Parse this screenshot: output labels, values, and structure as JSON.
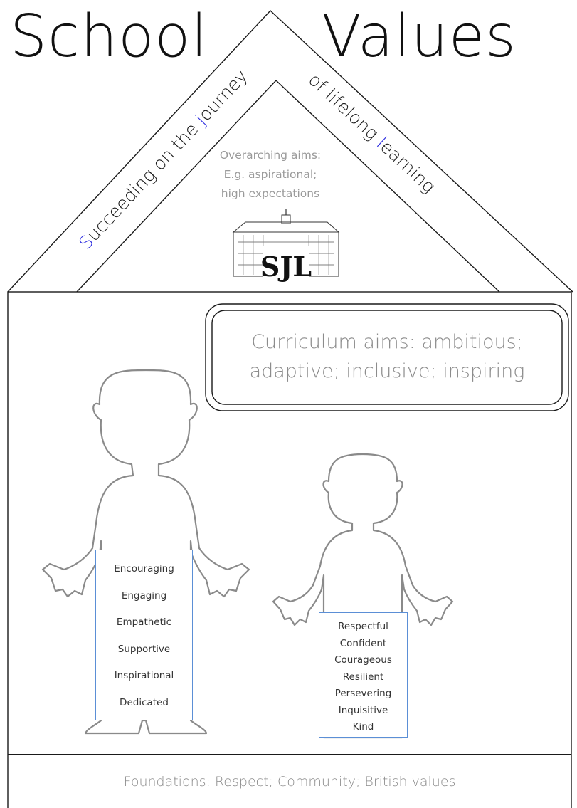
{
  "title": {
    "left": "School",
    "right": "Values"
  },
  "roof": {
    "left_text": {
      "first_letter": "S",
      "before_j": "ucceeding on the ",
      "j": "j",
      "after_j": "ourney"
    },
    "right_text": {
      "before_l": "of lifelong ",
      "l": "l",
      "after_l": "earning"
    },
    "accent_color": "#2a2ae0",
    "aims_lines": [
      "Overarching aims:",
      "E.g. aspirational;",
      "high expectations"
    ]
  },
  "logo": {
    "text": "SJL"
  },
  "curriculum": {
    "lines": [
      "Curriculum aims: ambitious;",
      "adaptive; inclusive; inspiring"
    ]
  },
  "staff_values": [
    "Encouraging",
    "Engaging",
    "Empathetic",
    "Supportive",
    "Inspirational",
    "Dedicated"
  ],
  "pupil_values": [
    "Respectful",
    "Confident",
    "Courageous",
    "Resilient",
    "Persevering",
    "Inquisitive",
    "Kind"
  ],
  "foundations": "Foundations: Respect; Community; British values",
  "colors": {
    "outline": "#1a1a1a",
    "figure": "#8a8a8a",
    "muted_text": "#8c8c8c",
    "box_border": "#5b8fd6"
  }
}
